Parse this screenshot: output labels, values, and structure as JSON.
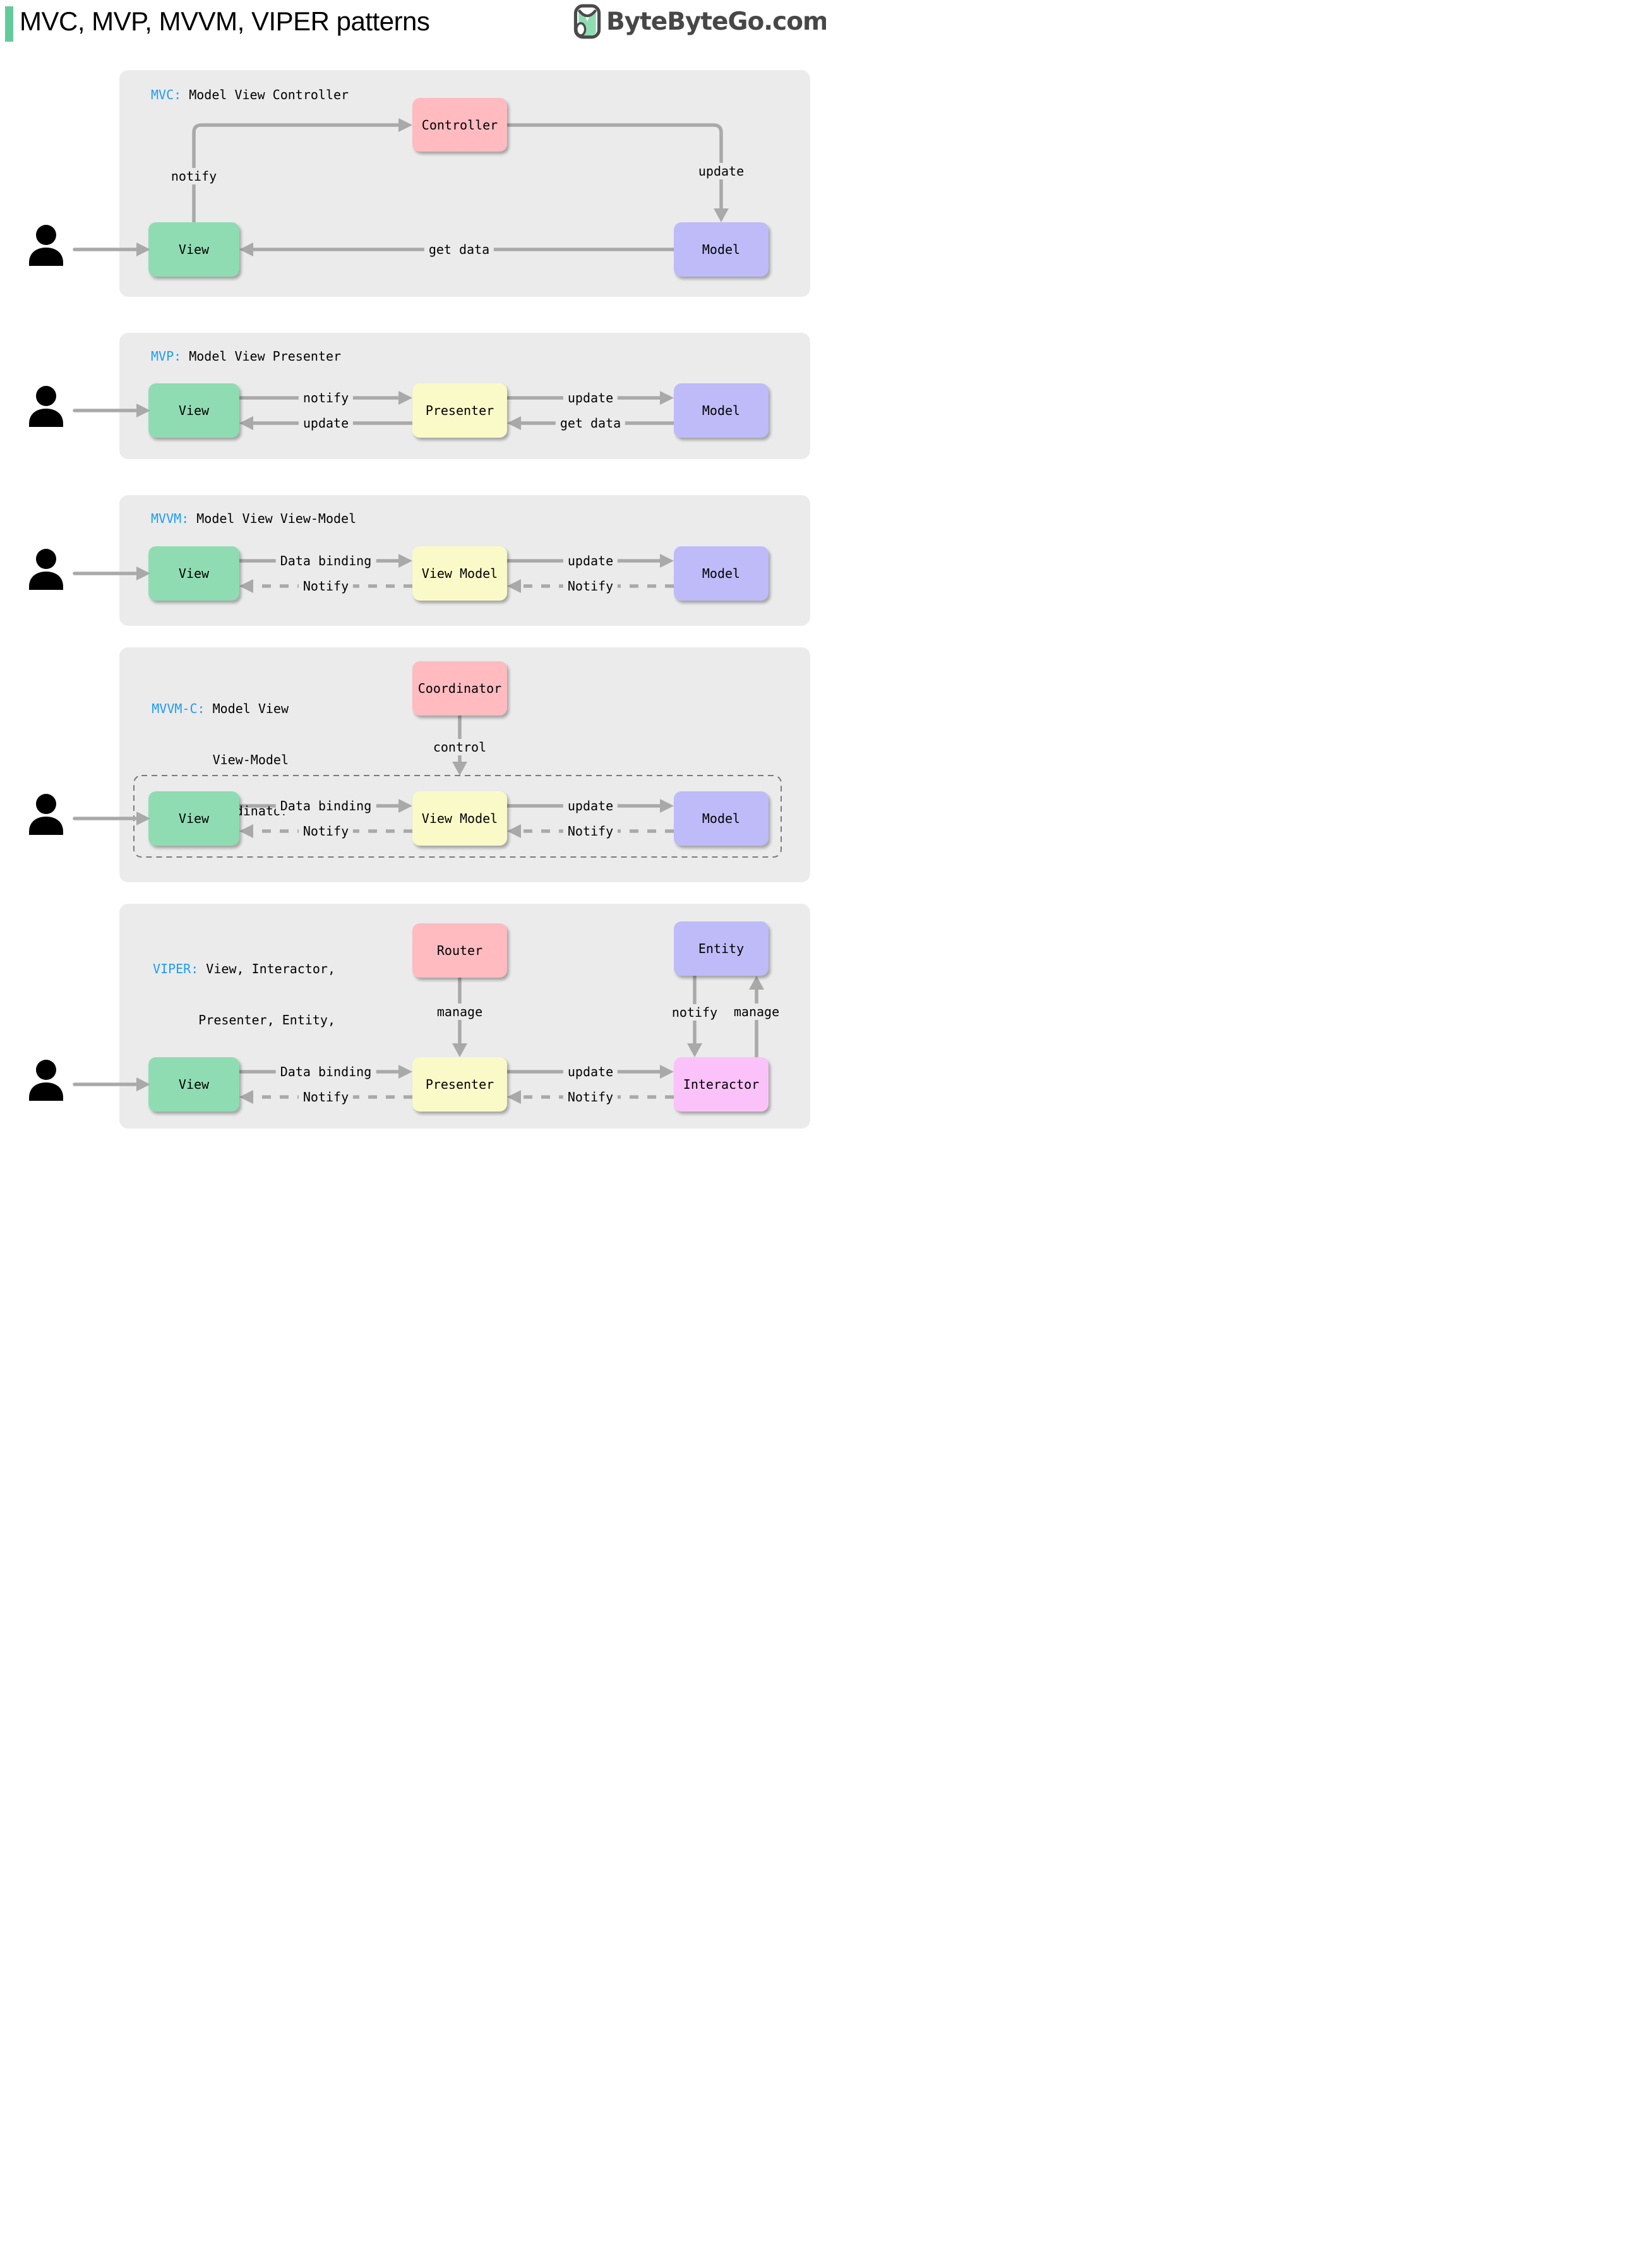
{
  "page": {
    "title": "MVC, MVP, MVVM, VIPER patterns",
    "brand": "ByteByteGo.com"
  },
  "colors": {
    "accent_green": "#63CB9B",
    "box_green": "#8FDCB3",
    "box_pink": "#FFBBC0",
    "box_purple": "#BEBBF8",
    "box_yellow": "#FAFAC8",
    "box_magenta": "#FBC2FA",
    "tag_blue": "#1E9CF4",
    "panel_gray": "#EBEBEB",
    "arrow_gray": "#A9A9A9"
  },
  "panels": [
    {
      "tag": "MVC:",
      "title": " Model View Controller",
      "boxes": {
        "controller": "Controller",
        "view": "View",
        "model": "Model"
      },
      "labels": {
        "notify": "notify",
        "update": "update",
        "get_data": "get data"
      }
    },
    {
      "tag": "MVP:",
      "title": " Model View Presenter",
      "boxes": {
        "view": "View",
        "presenter": "Presenter",
        "model": "Model"
      },
      "labels": {
        "notify": "notify",
        "update_view": "update",
        "update_model": "update",
        "get_data": "get data"
      }
    },
    {
      "tag": "MVVM:",
      "title": " Model View View-Model",
      "boxes": {
        "view": "View",
        "view_model": "View Model",
        "model": "Model"
      },
      "labels": {
        "data_binding": "Data binding",
        "notify_view": "Notify",
        "update": "update",
        "notify_vm": "Notify"
      }
    },
    {
      "tag": "MVVM-C:",
      "title_lines": [
        " Model View",
        "View-Model",
        "Coordinator"
      ],
      "boxes": {
        "coordinator": "Coordinator",
        "view": "View",
        "view_model": "View Model",
        "model": "Model"
      },
      "labels": {
        "control": "control",
        "data_binding": "Data binding",
        "notify_view": "Notify",
        "update": "update",
        "notify_vm": "Notify"
      }
    },
    {
      "tag": "VIPER:",
      "title_lines": [
        " View, Interactor,",
        "Presenter, Entity,",
        "Router"
      ],
      "boxes": {
        "router": "Router",
        "entity": "Entity",
        "view": "View",
        "presenter": "Presenter",
        "interactor": "Interactor"
      },
      "labels": {
        "manage_router": "manage",
        "notify_entity": "notify",
        "manage_entity": "manage",
        "data_binding": "Data binding",
        "notify_view": "Notify",
        "update": "update",
        "notify_presenter": "Notify"
      }
    }
  ]
}
